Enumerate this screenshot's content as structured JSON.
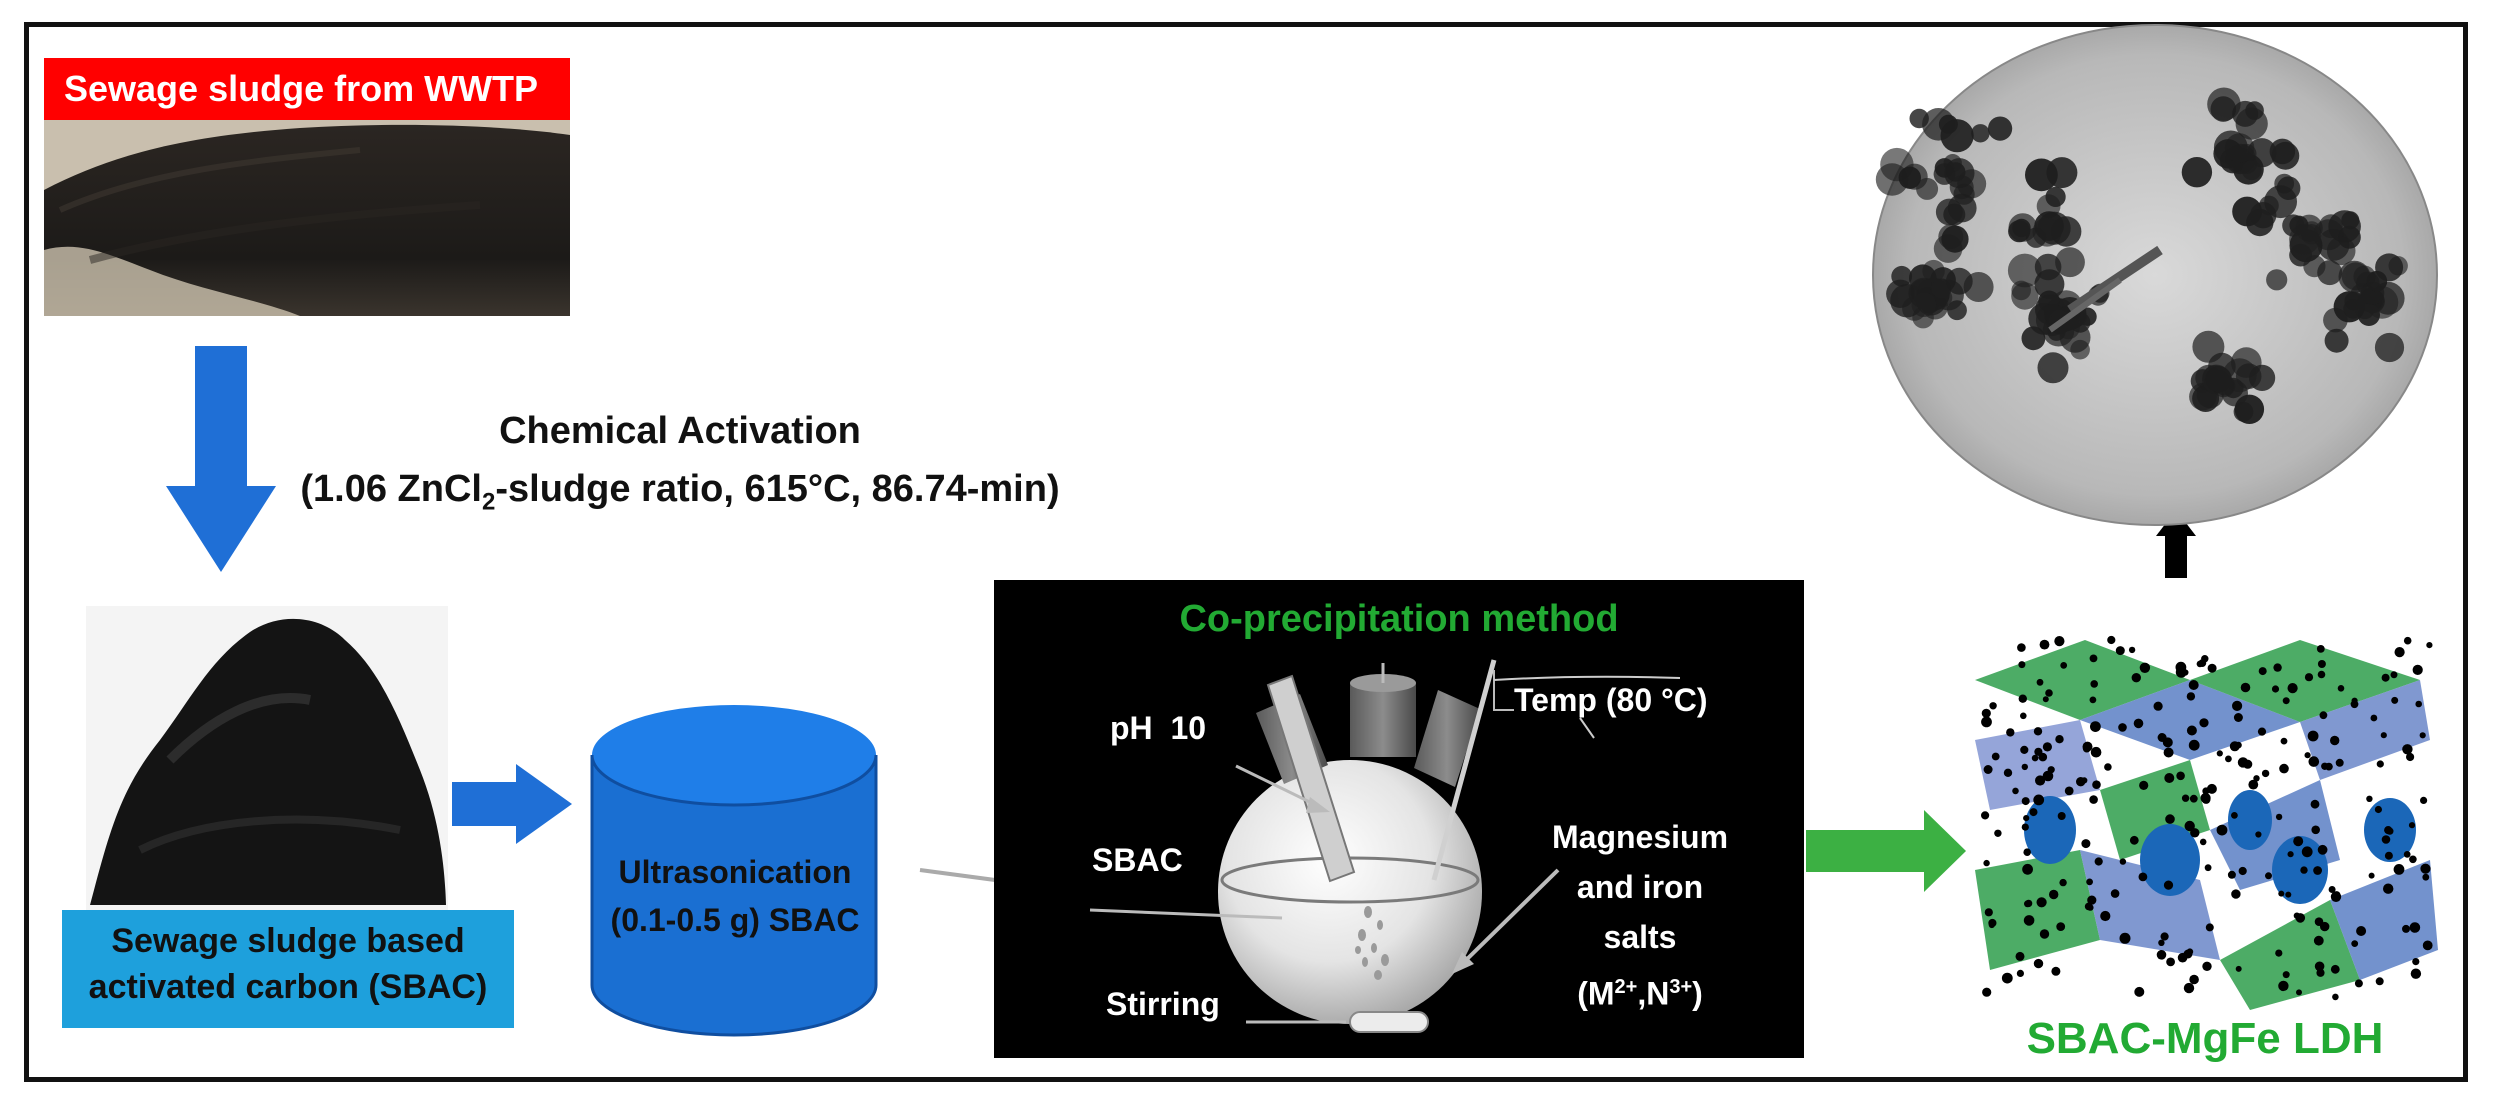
{
  "sludge_label": "Sewage sludge from WWTP",
  "activation": {
    "title": "Chemical Activation",
    "conditions_prefix": "(1.06 ZnCl",
    "conditions_sub": "2",
    "conditions_suffix": "-sludge ratio, 615°C, 86.74-min)"
  },
  "sbac_label": {
    "line1": "Sewage sludge based",
    "line2": "activated carbon  (SBAC)"
  },
  "ultrasonication": {
    "line1": "Ultrasonication",
    "line2": "(0.1-0.5 g) SBAC"
  },
  "coprecip": {
    "title": "Co-precipitation method",
    "ph": "pH  10",
    "temp": "Temp (80 °C)",
    "sbac": "SBAC",
    "stirring": "Stirring",
    "salts_line1": "Magnesium",
    "salts_line2": "and iron",
    "salts_line3": "salts",
    "salts_formula_open": "(M",
    "salts_sup1": "2+",
    "salts_mid": ",N",
    "salts_sup2": "3+",
    "salts_close": ")"
  },
  "product_label": "SBAC-MgFe LDH",
  "colors": {
    "arrow_blue": "#1f6fd6",
    "cylinder_blue": "#1a6fd2",
    "label_red": "#ff0000",
    "label_blue": "#1ea0dc",
    "green_arrow": "#3cb043",
    "green_text": "#22aa33",
    "panel_black": "#000000"
  }
}
